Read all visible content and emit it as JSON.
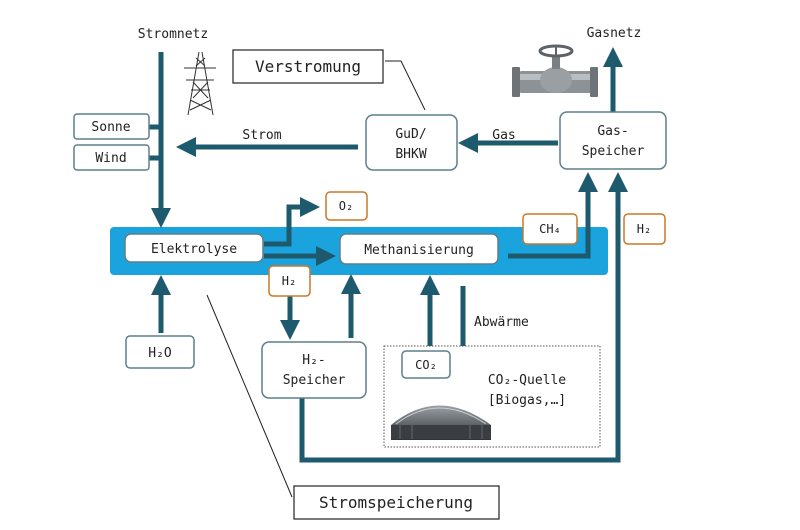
{
  "labels": {
    "grid_power": "Stromnetz",
    "grid_gas": "Gasnetz",
    "strom": "Strom",
    "gas": "Gas",
    "abwaerme": "Abwärme"
  },
  "boxes": {
    "sonne": "Sonne",
    "wind": "Wind",
    "gud_1": "GuD/",
    "gud_2": "BHKW",
    "gas_storage_1": "Gas-",
    "gas_storage_2": "Speicher",
    "elektrolyse": "Elektrolyse",
    "methanisierung": "Methanisierung",
    "h2o": "H₂O",
    "h2_storage_1": "H₂-",
    "h2_storage_2": "Speicher",
    "co2_source_1": "CO₂-Quelle",
    "co2_source_2": "[Biogas,…]"
  },
  "chem_tags": {
    "o2": "O₂",
    "h2_left": "H₂",
    "ch4": "CH₄",
    "h2_right": "H₂",
    "co2": "CO₂"
  },
  "callouts": {
    "verstromung": "Verstromung",
    "stromspeicherung": "Stromspeicherung"
  },
  "colors": {
    "arrow": "#1e5a6e",
    "band": "#1aa3dc",
    "tag_border": "#c8782a",
    "box_border": "#5f7f8a"
  },
  "icons": [
    "power-pylon-icon",
    "gas-valve-icon",
    "biogas-dome-icon"
  ]
}
